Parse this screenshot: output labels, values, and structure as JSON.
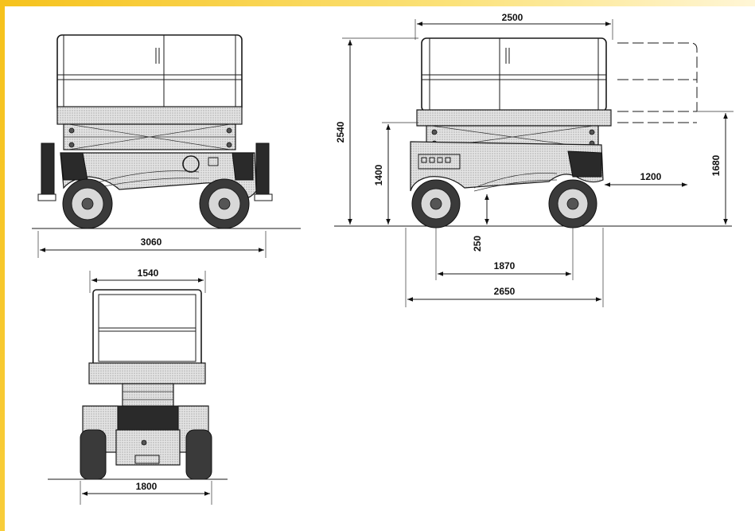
{
  "dimensions": {
    "side_length": "3060",
    "front_platform_width": "1540",
    "front_base_width": "1800",
    "rear_platform_length": "2500",
    "total_height": "2540",
    "platform_height": "1400",
    "extension": "1200",
    "extended_height": "1680",
    "ground_clearance": "250",
    "wheelbase": "1870",
    "rear_length": "2650"
  },
  "colors": {
    "frame_accent": "#f6c21c",
    "line": "#1a1a1a"
  }
}
